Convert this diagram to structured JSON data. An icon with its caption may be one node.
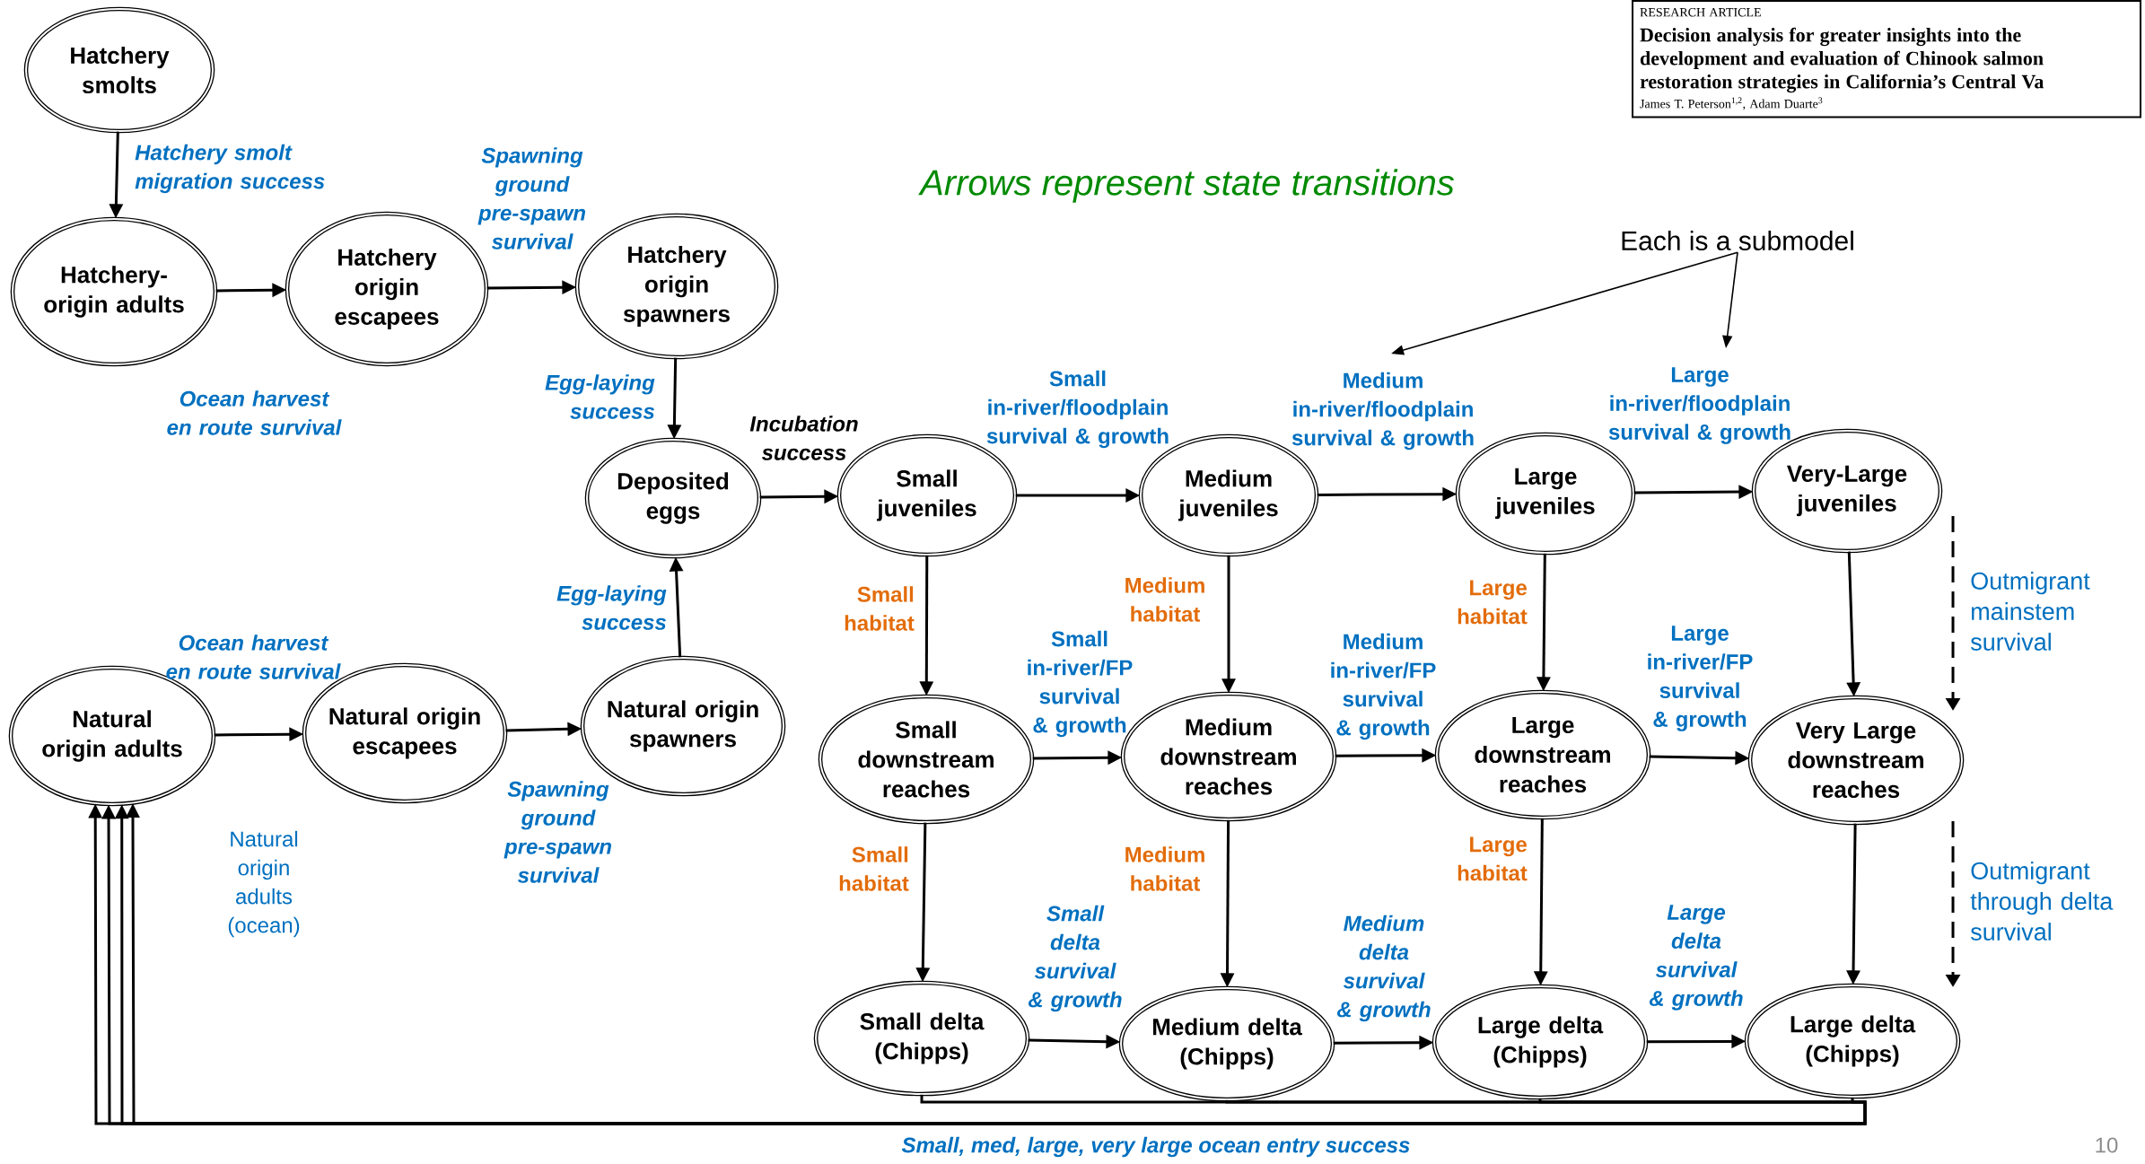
{
  "diagram": {
    "nodes": [
      {
        "text": [
          "Hatchery smolts"
        ]
      },
      {
        "text": [
          "Hatchery-origin adults"
        ]
      },
      {
        "text": [
          "Hatchery origin escapees"
        ]
      },
      {
        "text": [
          "Hatchery origin spawners"
        ]
      },
      {
        "text": [
          "Deposited eggs"
        ]
      },
      {
        "text": [
          "Small juveniles"
        ]
      },
      {
        "text": [
          "Medium juveniles"
        ]
      },
      {
        "text": [
          "Large juveniles"
        ]
      },
      {
        "text": [
          "Very-Large juveniles"
        ]
      },
      {
        "text": [
          "Natural origin adults"
        ]
      },
      {
        "text": [
          "Natural origin escapees"
        ]
      },
      {
        "text": [
          "Natural origin spawners"
        ]
      },
      {
        "text": [
          "Small downstream reaches"
        ]
      },
      {
        "text": [
          "Medium downstream reaches"
        ]
      },
      {
        "text": [
          "Large downstream reaches"
        ]
      },
      {
        "text": [
          "Very Large downstream reaches"
        ]
      },
      {
        "text": [
          "Small delta (Chipps)"
        ]
      },
      {
        "text": [
          "Medium delta (Chipps)"
        ]
      },
      {
        "text": [
          "Large delta (Chipps)"
        ]
      },
      {
        "text": [
          "Large delta (Chipps)"
        ]
      },
      {
        "text": [
          "Each is a submodel"
        ]
      },
      {
        "text": [
          "RESEARCH ARTICLE",
          "Decision analysis for greater insights into the development and evaluation of Chinook salmon restoration strategies in California’s Central Va",
          "James T. Peterson$^{1,2}$, Adam Duarte$^{3}$"
        ]
      }
    ],
    "edges": [
      {
        "from": 0,
        "to": 1,
        "arrow": "to",
        "label": "Hatchery smolt migration success"
      },
      {
        "from": 1,
        "to": 2,
        "arrow": "to",
        "label": "Ocean harvest en route survival"
      },
      {
        "from": 2,
        "to": 3,
        "arrow": "to",
        "label": "Spawning ground pre-spawn survival"
      },
      {
        "from": 3,
        "to": 4,
        "arrow": "to",
        "label": "Egg-laying success"
      },
      {
        "from": 4,
        "to": 5,
        "arrow": "to",
        "label": "Incubation success"
      },
      {
        "from": 5,
        "to": 6,
        "arrow": "to",
        "label": "Small in-river/floodplain survival & growth"
      },
      {
        "from": 6,
        "to": 7,
        "arrow": "to",
        "label": "Medium in-river/floodplain survival & growth"
      },
      {
        "from": 7,
        "to": 8,
        "arrow": "to",
        "label": "Large in-river/floodplain survival & growth"
      },
      {
        "from": 9,
        "to": 10,
        "arrow": "to",
        "label": "Ocean harvest en route survival"
      },
      {
        "from": 10,
        "to": 11,
        "arrow": "to",
        "label": "Spawning ground pre-spawn survival"
      },
      {
        "from": 11,
        "to": 4,
        "arrow": "to",
        "label": "Egg-laying success"
      },
      {
        "from": 5,
        "to": 12,
        "arrow": "to",
        "label": "Small habitat"
      },
      {
        "from": 6,
        "to": 13,
        "arrow": "to",
        "label": "Medium habitat"
      },
      {
        "from": 7,
        "to": 14,
        "arrow": "to",
        "label": "Large habitat"
      },
      {
        "from": 8,
        "to": 15,
        "arrow": "to"
      },
      {
        "from": 12,
        "to": 13,
        "arrow": "to",
        "label": "Small in-river/FP survival & growth"
      },
      {
        "from": 13,
        "to": 14,
        "arrow": "to",
        "label": "Medium in-river/FP survival & growth"
      },
      {
        "from": 14,
        "to": 15,
        "arrow": "to",
        "label": "Large in-river/FP survival & growth"
      },
      {
        "from": 12,
        "to": 16,
        "arrow": "to",
        "label": "Small habitat"
      },
      {
        "from": 13,
        "to": 17,
        "arrow": "to",
        "label": "Medium habitat"
      },
      {
        "from": 14,
        "to": 18,
        "arrow": "to",
        "label": "Large habitat"
      },
      {
        "from": 15,
        "to": 19,
        "arrow": "to"
      },
      {
        "from": 16,
        "to": 17,
        "arrow": "to",
        "label": "Small delta survival & growth"
      },
      {
        "from": 17,
        "to": 18,
        "arrow": "to",
        "label": "Medium delta survival & growth"
      },
      {
        "from": 18,
        "to": 19,
        "arrow": "to",
        "label": "Large delta survival & growth"
      },
      {
        "from": 16,
        "to": 9,
        "arrow": "to",
        "label": "Small, med, large, very large ocean entry success"
      },
      {
        "from": 17,
        "to": 9,
        "arrow": "to"
      },
      {
        "from": 18,
        "to": 9,
        "arrow": "to"
      },
      {
        "from": 19,
        "to": 9,
        "arrow": "to"
      },
      {
        "from": 20,
        "to": null,
        "arrow": "to"
      },
      {
        "from": 20,
        "to": null,
        "arrow": "to"
      }
    ],
    "labels": [
      "Arrows represent state transitions",
      "Outmigrant mainstem survival",
      "Natural origin adults (ocean)",
      "Outmigrant through delta survival",
      "10"
    ]
  }
}
